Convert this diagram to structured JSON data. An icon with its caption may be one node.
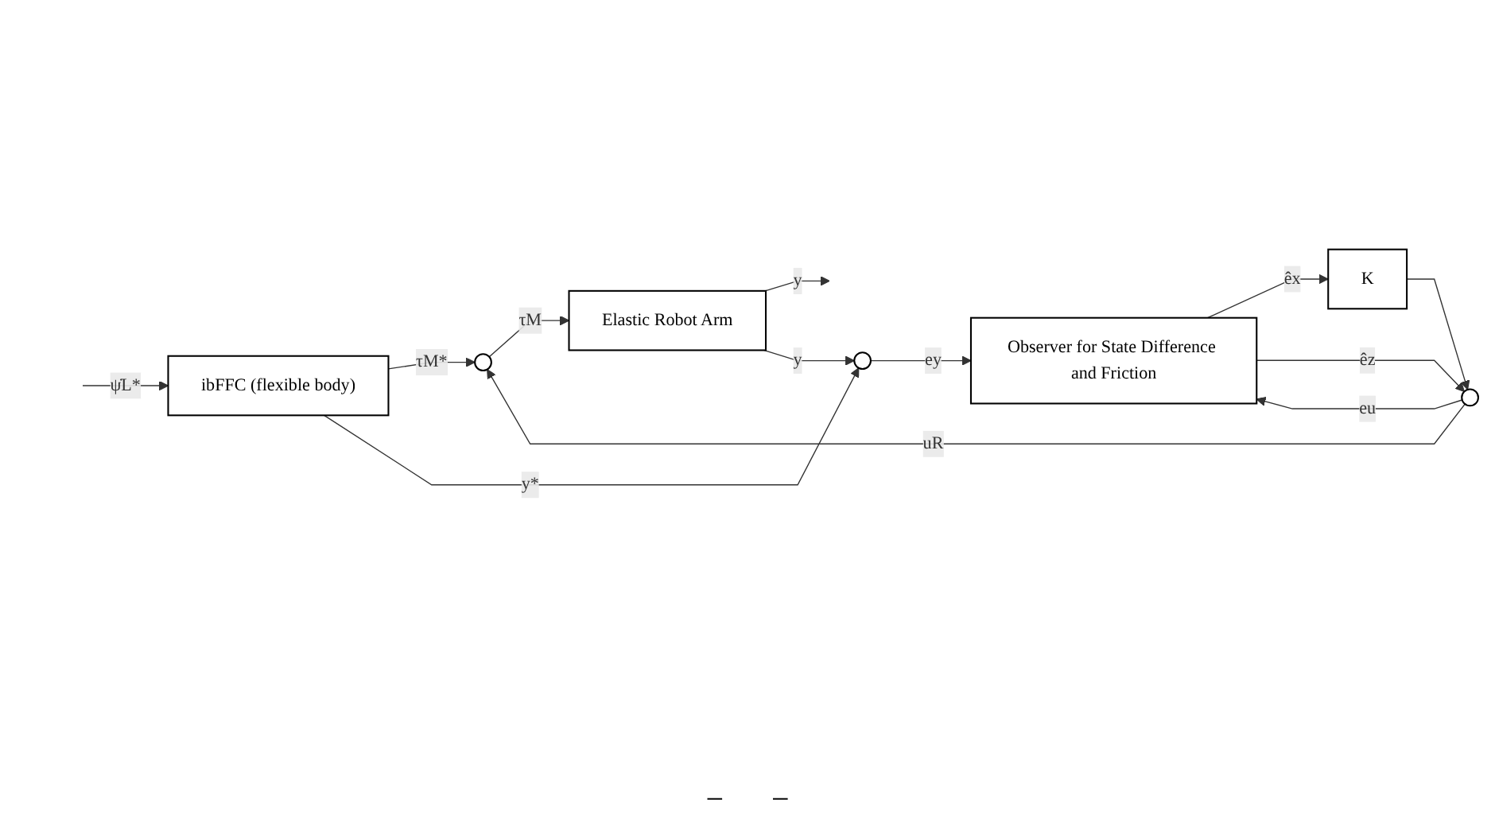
{
  "diagram": {
    "nodes": [
      {
        "text": [
          "ibFFC (flexible body)"
        ]
      },
      {
        "text": [],
        "shape": "circle"
      },
      {
        "text": [
          "Elastic Robot Arm"
        ]
      },
      {
        "text": [],
        "shape": "circle"
      },
      {
        "text": [
          "K"
        ]
      },
      {
        "text": [
          "Observer for State Difference and Friction"
        ]
      },
      {
        "text": [],
        "shape": "circle"
      }
    ],
    "edges": [
      {
        "from": null,
        "to": 0,
        "arrow": "to",
        "label": "ψ̇L*"
      },
      {
        "from": 0,
        "to": 1,
        "arrow": "to",
        "label": "τM*"
      },
      {
        "from": 1,
        "to": 2,
        "arrow": "to",
        "label": "τM"
      },
      {
        "from": 2,
        "to": null,
        "arrow": "to",
        "label": "y"
      },
      {
        "from": 2,
        "to": 6,
        "arrow": "to",
        "label": "y"
      },
      {
        "from": 0,
        "to": 6,
        "arrow": "to",
        "label": "y*"
      },
      {
        "from": 6,
        "to": 5,
        "arrow": "to",
        "label": "ey"
      },
      {
        "from": 5,
        "to": 4,
        "arrow": "to",
        "label": "êx"
      },
      {
        "from": 4,
        "to": 3,
        "arrow": "to"
      },
      {
        "from": 5,
        "to": 3,
        "arrow": "to",
        "label": "êz"
      },
      {
        "from": 3,
        "to": 1,
        "arrow": "to",
        "label": "uR"
      },
      {
        "from": 3,
        "to": 5,
        "arrow": "to",
        "label": "eu"
      }
    ],
    "labels": [
      "−",
      "−"
    ]
  }
}
